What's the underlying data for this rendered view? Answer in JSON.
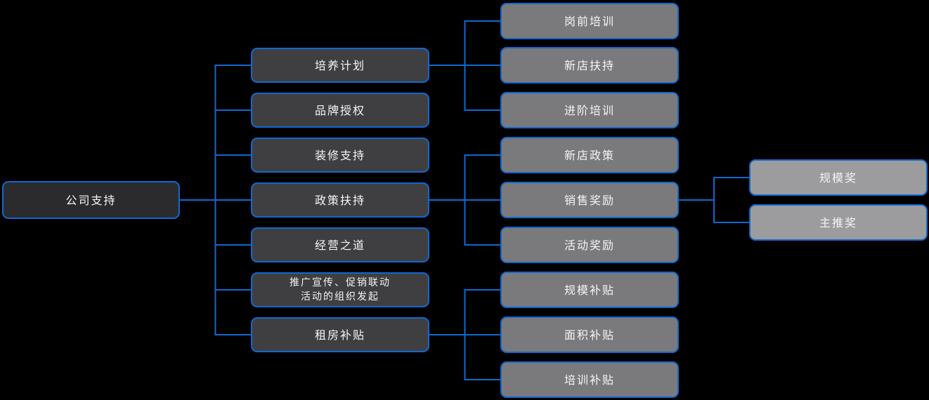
{
  "colors": {
    "background": "#000000",
    "edge": "#1168cf",
    "node_border": "#1168cf",
    "node_text": "#f5f5f5",
    "level_fills": [
      "#2b2b2e",
      "#3f3f42",
      "#7a7a7d",
      "#9c9c9f"
    ]
  },
  "diagram": {
    "type": "mindmap-tree",
    "root_label": "公司支持",
    "nodes": [
      {
        "id": "company-support",
        "label": "公司支持",
        "level": 0,
        "parent": null
      },
      {
        "id": "training-plan",
        "label": "培养计划",
        "level": 1,
        "parent": "company-support"
      },
      {
        "id": "brand-license",
        "label": "品牌授权",
        "level": 1,
        "parent": "company-support"
      },
      {
        "id": "decoration-support",
        "label": "装修支持",
        "level": 1,
        "parent": "company-support"
      },
      {
        "id": "policy-support",
        "label": "政策扶持",
        "level": 1,
        "parent": "company-support"
      },
      {
        "id": "business-way",
        "label": "经营之道",
        "level": 1,
        "parent": "company-support"
      },
      {
        "id": "promotion",
        "label": "推广宣传、促销联动\n活动的组织发起",
        "level": 1,
        "parent": "company-support"
      },
      {
        "id": "rent-subsidy",
        "label": "租房补贴",
        "level": 1,
        "parent": "company-support"
      },
      {
        "id": "pre-job-training",
        "label": "岗前培训",
        "level": 2,
        "parent": "training-plan"
      },
      {
        "id": "new-store-support",
        "label": "新店扶持",
        "level": 2,
        "parent": "training-plan"
      },
      {
        "id": "advanced-training",
        "label": "进阶培训",
        "level": 2,
        "parent": "training-plan"
      },
      {
        "id": "new-store-policy",
        "label": "新店政策",
        "level": 2,
        "parent": "policy-support"
      },
      {
        "id": "sales-reward",
        "label": "销售奖励",
        "level": 2,
        "parent": "policy-support"
      },
      {
        "id": "activity-reward",
        "label": "活动奖励",
        "level": 2,
        "parent": "policy-support"
      },
      {
        "id": "scale-subsidy",
        "label": "规模补贴",
        "level": 2,
        "parent": "rent-subsidy"
      },
      {
        "id": "area-subsidy",
        "label": "面积补贴",
        "level": 2,
        "parent": "rent-subsidy"
      },
      {
        "id": "training-subsidy",
        "label": "培训补贴",
        "level": 2,
        "parent": "rent-subsidy"
      },
      {
        "id": "scale-award",
        "label": "规模奖",
        "level": 3,
        "parent": "sales-reward"
      },
      {
        "id": "main-push-award",
        "label": "主推奖",
        "level": 3,
        "parent": "sales-reward"
      }
    ]
  }
}
